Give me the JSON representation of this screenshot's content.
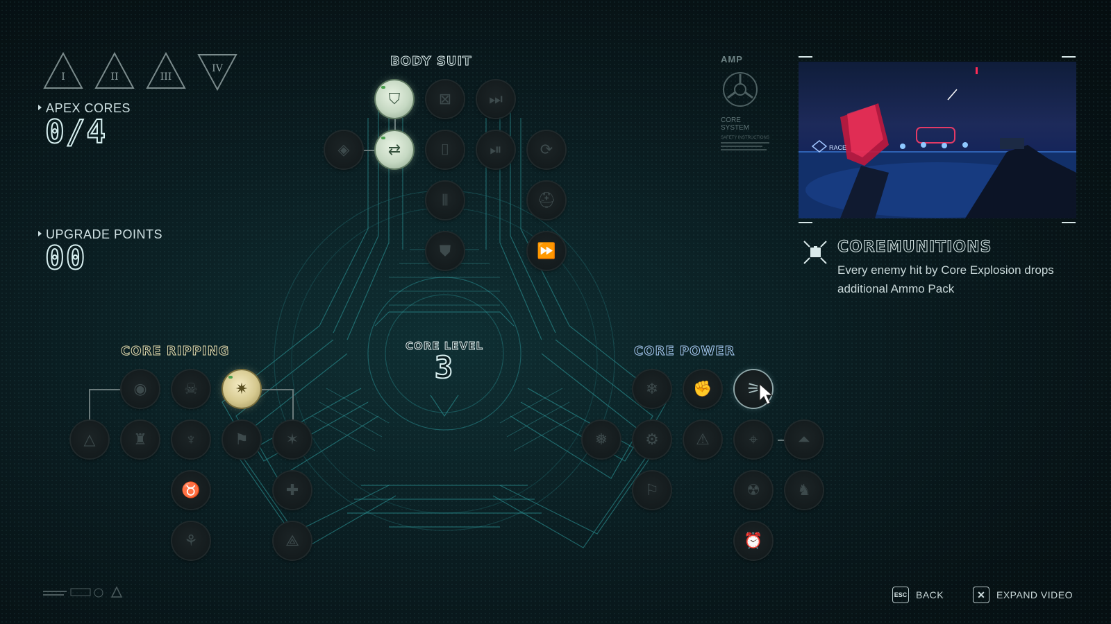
{
  "stats": {
    "apex_cores_label": "APEX CORES",
    "apex_cores_value": "0/4",
    "upgrade_points_label": "UPGRADE POINTS",
    "upgrade_points_value": "00"
  },
  "tier_tabs": [
    "I",
    "II",
    "III",
    "IV"
  ],
  "sections": {
    "body_suit": "BODY SUIT",
    "core_ripping": "CORE RIPPING",
    "core_power": "CORE POWER",
    "core_level_label": "CORE LEVEL",
    "core_level_value": "3"
  },
  "amp_panel": {
    "title": "AMP",
    "system": "CORE SYSTEM",
    "instructions": "SAFETY INSTRUCTIONS"
  },
  "video": {
    "overlay_tag": "RACE"
  },
  "detail": {
    "title": "COREMUNITIONS",
    "description": "Every enemy hit by Core Explosion drops additional Ammo Pack",
    "icon": "coremunitions-icon"
  },
  "hints": [
    {
      "key": "ESC",
      "label": "BACK"
    },
    {
      "key": "✕",
      "label": "EXPAND VIDEO"
    }
  ],
  "colors": {
    "active_node": "#c5d8c2",
    "gold_node": "#d6c98f",
    "core_power_title": "#a7cdf5",
    "core_ripping_title": "#e4ddb0",
    "wireframe": "#3fb6b9"
  }
}
